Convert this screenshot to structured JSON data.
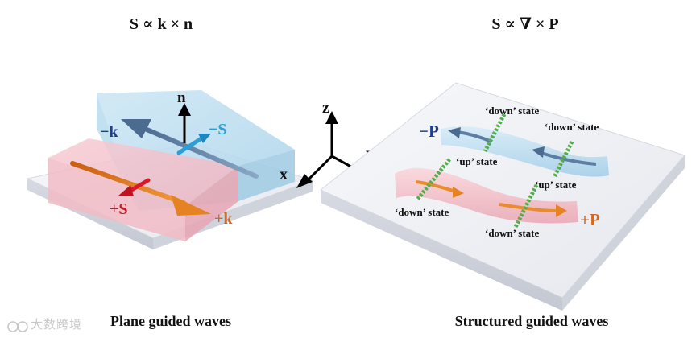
{
  "left_panel": {
    "title": "S ∝ k × n",
    "caption": "Plane guided waves",
    "labels": {
      "n": "n",
      "minus_k": "−k",
      "minus_s": "−S",
      "plus_s": "+S",
      "plus_k": "+k"
    }
  },
  "axes": {
    "z": "z",
    "y": "y",
    "x": "x"
  },
  "right_panel": {
    "title": "S ∝ ∇ × P",
    "caption": "Structured guided waves",
    "labels": {
      "minus_p": "−P",
      "plus_p": "+P",
      "down_state_top_left": "‘down’ state",
      "down_state_top_right": "‘down’ state",
      "up_state_left": "‘up’ state",
      "up_state_right": "‘up’ state",
      "down_state_bottom_left": "‘down’ state",
      "down_state_bottom_right": "‘down’ state"
    }
  },
  "watermark": "大数跨境",
  "colors": {
    "blue_slab": "#bfe0f0",
    "pink_slab": "#f4c4cc",
    "plate": "#eef0f4",
    "k_arrow": "#5d7ea3",
    "s_minus": "#2a9fd8",
    "s_plus": "#d8192a",
    "k_plus": "#ea8c2a",
    "label_blue": "#1f3f8a",
    "label_orange": "#d2691e",
    "label_red": "#c01a24"
  }
}
